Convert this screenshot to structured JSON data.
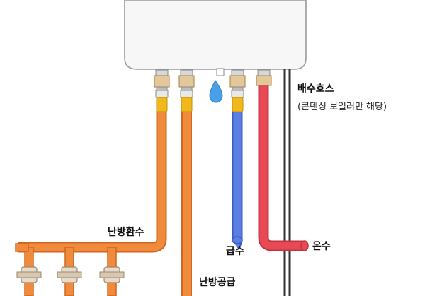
{
  "labels": {
    "drain_hose": "배수호스",
    "drain_note": "(콘덴싱 보일러만 해당)",
    "heating_return": "난방환수",
    "cold_water": "급수",
    "hot_water": "온수",
    "heating_supply": "난방공급"
  },
  "icons": {
    "droplet": "water-drop-icon"
  },
  "colors": {
    "heating_pipe": "#f08a3c",
    "heating_pipe_dark": "#d0661f",
    "cold_pipe": "#5b7fe0",
    "cold_pipe_dark": "#3a5bc4",
    "hot_pipe": "#e74a55",
    "hot_pipe_dark": "#c23440",
    "valve_yellow": "#f0b81c",
    "fitting": "#c8c8c8",
    "boiler_body": "#f6f6f6",
    "drain_hose": "#333333",
    "droplet": "#4a9fe8"
  }
}
